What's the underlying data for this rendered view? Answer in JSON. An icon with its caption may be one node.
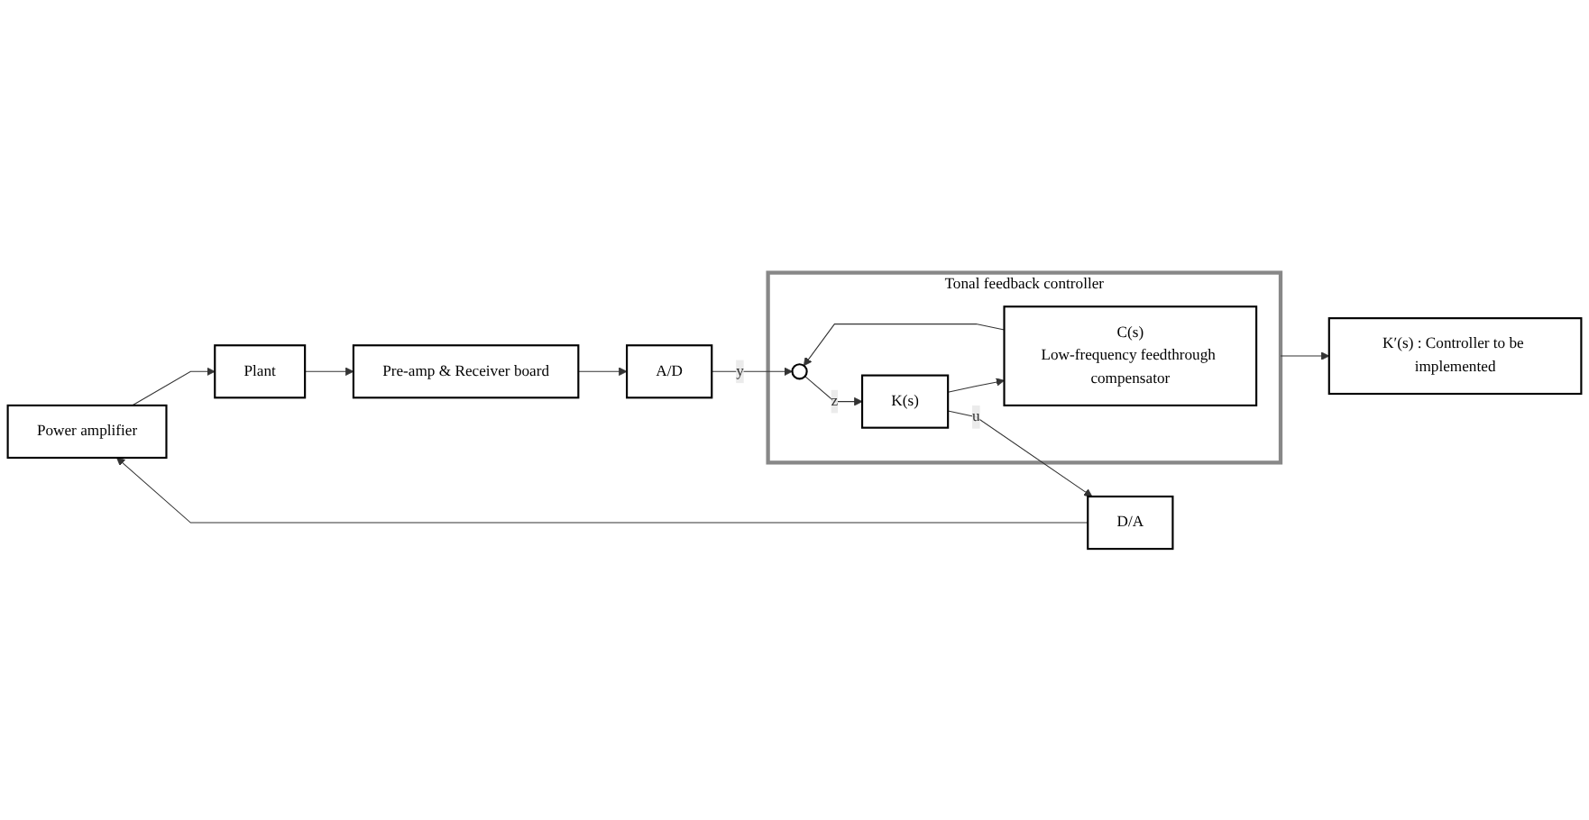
{
  "diagram": {
    "nodes": [
      {
        "text": [
          "Power amplifier"
        ]
      },
      {
        "text": [
          "Plant"
        ]
      },
      {
        "text": [
          "Pre-amp & Receiver board"
        ]
      },
      {
        "text": [
          "D/A"
        ]
      },
      {
        "text": [
          "Tonal feedback controller"
        ]
      },
      {
        "text": [
          "C(s)",
          "Low-frequency feedthrough compensator"
        ],
        "in": 4
      },
      {
        "text": [
          "K(s)"
        ],
        "in": 4
      },
      {
        "text": [],
        "shape": "circle",
        "in": 4
      },
      {
        "text": [
          "A/D"
        ]
      },
      {
        "text": [
          "K′(s) : Controller to be implemented"
        ]
      }
    ],
    "edges": [
      {
        "from": 0,
        "to": 1,
        "arrow": "to"
      },
      {
        "from": 1,
        "to": 2,
        "arrow": "to"
      },
      {
        "from": 2,
        "to": 8,
        "arrow": "to"
      },
      {
        "from": 8,
        "to": 7,
        "arrow": "to",
        "label": "y"
      },
      {
        "from": 7,
        "to": 6,
        "arrow": "to",
        "label": "z"
      },
      {
        "from": 6,
        "to": 3,
        "arrow": "to",
        "label": "u"
      },
      {
        "from": 6,
        "to": 5,
        "arrow": "to"
      },
      {
        "from": 5,
        "to": 7,
        "arrow": "to"
      },
      {
        "from": 3,
        "to": 0,
        "arrow": "to"
      },
      {
        "from": 4,
        "to": 9,
        "arrow": "to"
      }
    ]
  }
}
